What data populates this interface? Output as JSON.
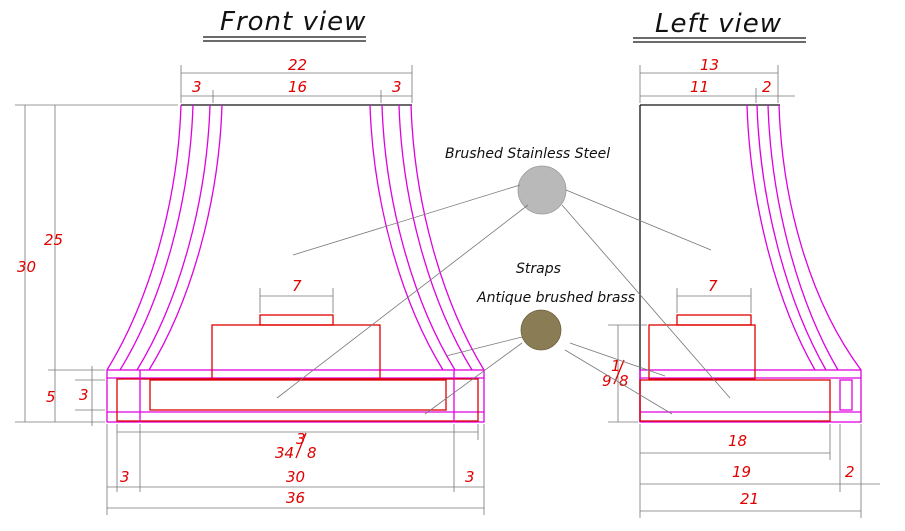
{
  "titles": {
    "front": "Front view",
    "left": "Left view"
  },
  "materials": {
    "steel": {
      "label": "Brushed Stainless Steel",
      "color": "#b9b9b9"
    },
    "straps_title": "Straps",
    "brass": {
      "label": "Antique brushed brass",
      "color": "#8a7c55"
    }
  },
  "front_dims": {
    "top_total": "22",
    "top_left": "3",
    "top_mid": "16",
    "top_right": "3",
    "height_total": "30",
    "height_upper": "25",
    "height_lower": "5",
    "band": "3",
    "strap": "7",
    "bottom_strap_whole": "34",
    "bottom_strap_num": "3",
    "bottom_strap_den": "8",
    "bottom_left": "3",
    "bottom_mid": "30",
    "bottom_right": "3",
    "bottom_total": "36"
  },
  "left_dims": {
    "top_total": "13",
    "top_mid": "11",
    "top_right": "2",
    "strap": "7",
    "side_num": "1",
    "side_den": "8",
    "side_whole": "9",
    "bottom_inner": "18",
    "bottom_mid": "19",
    "bottom_right": "2",
    "bottom_total": "21"
  }
}
